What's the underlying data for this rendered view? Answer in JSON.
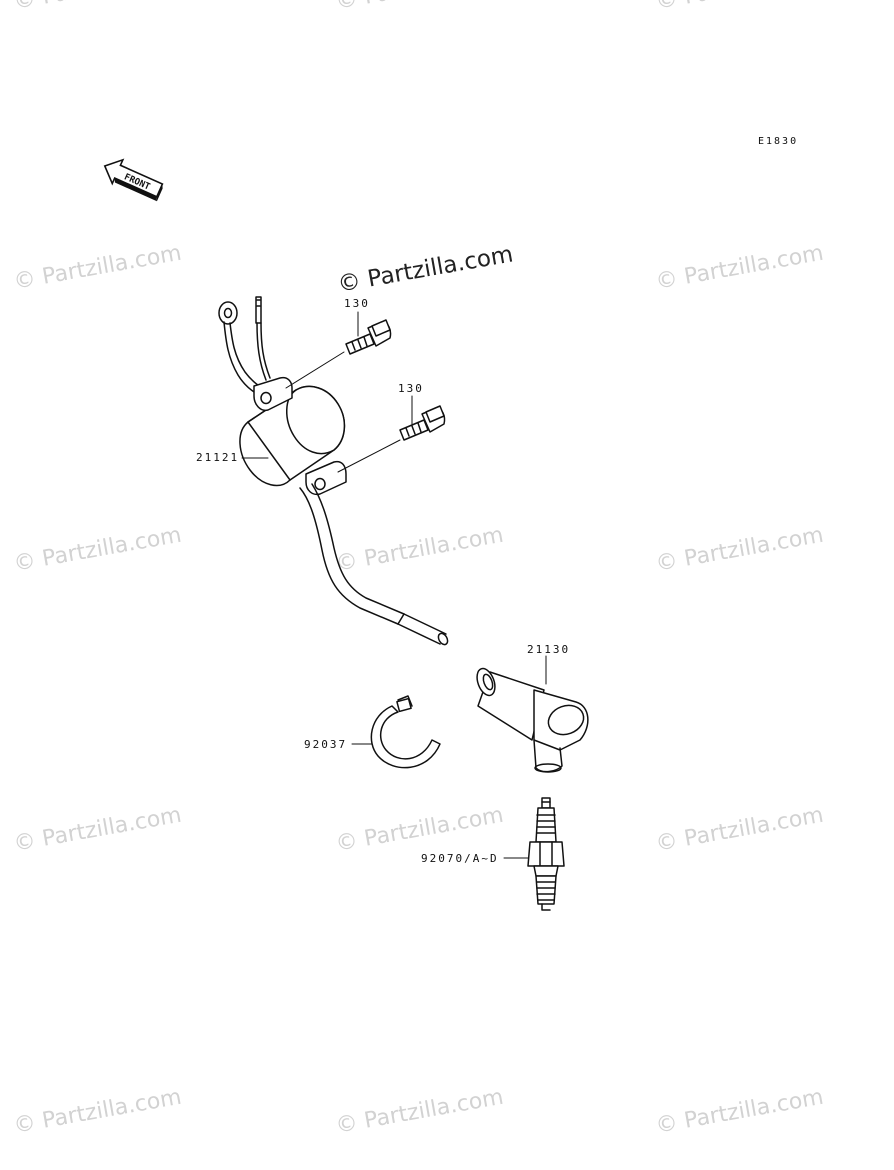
{
  "diagram": {
    "code": "E1830",
    "front_label": "FRONT",
    "parts": [
      {
        "id": "bolt-1",
        "label": "130"
      },
      {
        "id": "bolt-2",
        "label": "130"
      },
      {
        "id": "ignition-coil",
        "label": "21121"
      },
      {
        "id": "plug-cap",
        "label": "21130"
      },
      {
        "id": "band",
        "label": "92037"
      },
      {
        "id": "spark-plug",
        "label": "92070/A~D"
      }
    ]
  },
  "watermarks": {
    "strong": "© Partzilla.com",
    "faint": "© Partzilla.com"
  }
}
